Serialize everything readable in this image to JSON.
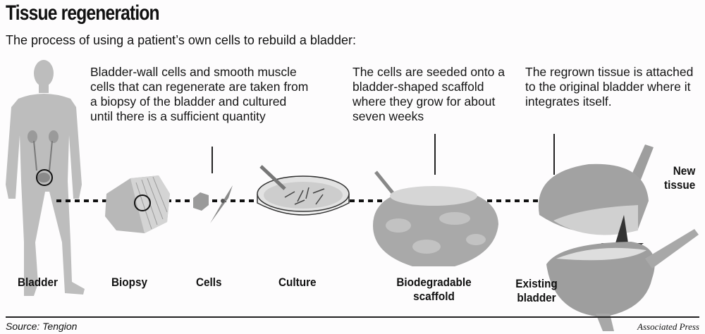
{
  "header": {
    "title": "Tissue regeneration",
    "subtitle": "The process of using a patient’s own cells to rebuild a bladder:"
  },
  "steps": [
    {
      "label": "Bladder"
    },
    {
      "label": "Biopsy"
    },
    {
      "label": "Cells"
    },
    {
      "label": "Culture"
    },
    {
      "label_line1": "Biodegradable",
      "label_line2": "scaffold"
    },
    {
      "label_line1": "Existing",
      "label_line2": "bladder"
    }
  ],
  "descriptions": {
    "biopsy_cells": "Bladder-wall cells and smooth muscle cells that can regenerate are taken from a biopsy of the bladder and cultured until there is a sufficient quantity",
    "scaffold": "The cells are seeded onto a bladder-shaped scaffold where they grow for about seven weeks",
    "attach": "The regrown tissue is attached to the original bladder where it integrates itself."
  },
  "callouts": {
    "new_tissue_line1": "New",
    "new_tissue_line2": "tissue"
  },
  "footer": {
    "source": "Source: Tengion",
    "credit": "Associated Press"
  },
  "colors": {
    "figure_gray": "#b4b4b4",
    "dark_gray": "#7a7a7a",
    "text": "#111111"
  }
}
